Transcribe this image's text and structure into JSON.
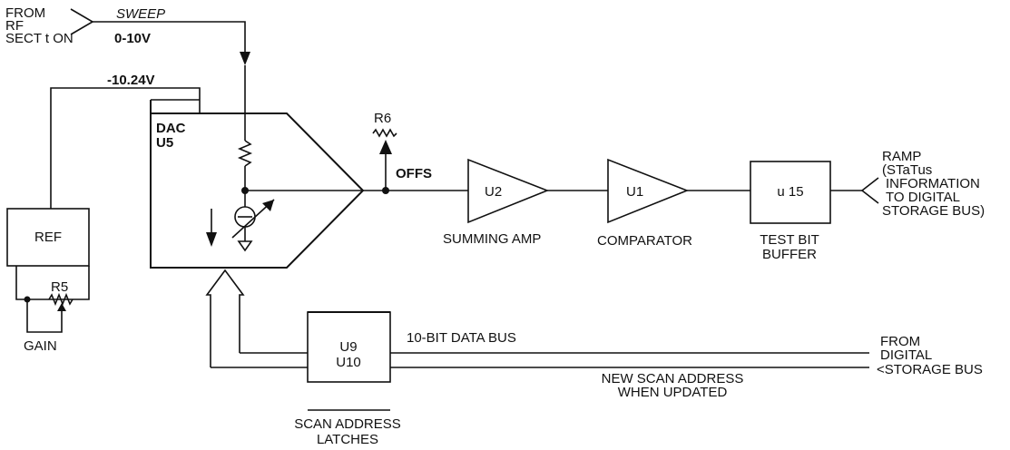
{
  "labels": {
    "from_rf_1": "FROM",
    "from_rf_2": "RF",
    "from_rf_3": "SECT t ON",
    "sweep": "SWEEP",
    "sweep_range": "0-10V",
    "ref_voltage": "-10.24V",
    "dac_1": "DAC",
    "dac_2": "U5",
    "r6": "R6",
    "offs": "OFFS",
    "ref": "REF",
    "r5": "R5",
    "gain": "GAIN",
    "u2": "U2",
    "summing_amp": "SUMMING AMP",
    "u1": "U1",
    "comparator": "COMPARATOR",
    "u15": "u 15",
    "test_bit_1": "TEST BIT",
    "test_bit_2": "BUFFER",
    "ramp_1": "RAMP",
    "ramp_2": "(STaTus",
    "ramp_3": "INFORMATION",
    "ramp_4": "TO DIGITAL",
    "ramp_5": "STORAGE BUS)",
    "u9": "U9",
    "u10": "U10",
    "data_bus": "10-BIT DATA BUS",
    "from_digital_1": "FROM",
    "from_digital_2": "DIGITAL",
    "from_digital_3": "<STORAGE BUS",
    "new_scan_1": "NEW SCAN ADDRESS",
    "new_scan_2": "WHEN UPDATED",
    "latches_1": "SCAN ADDRESS",
    "latches_2": "LATCHES"
  }
}
